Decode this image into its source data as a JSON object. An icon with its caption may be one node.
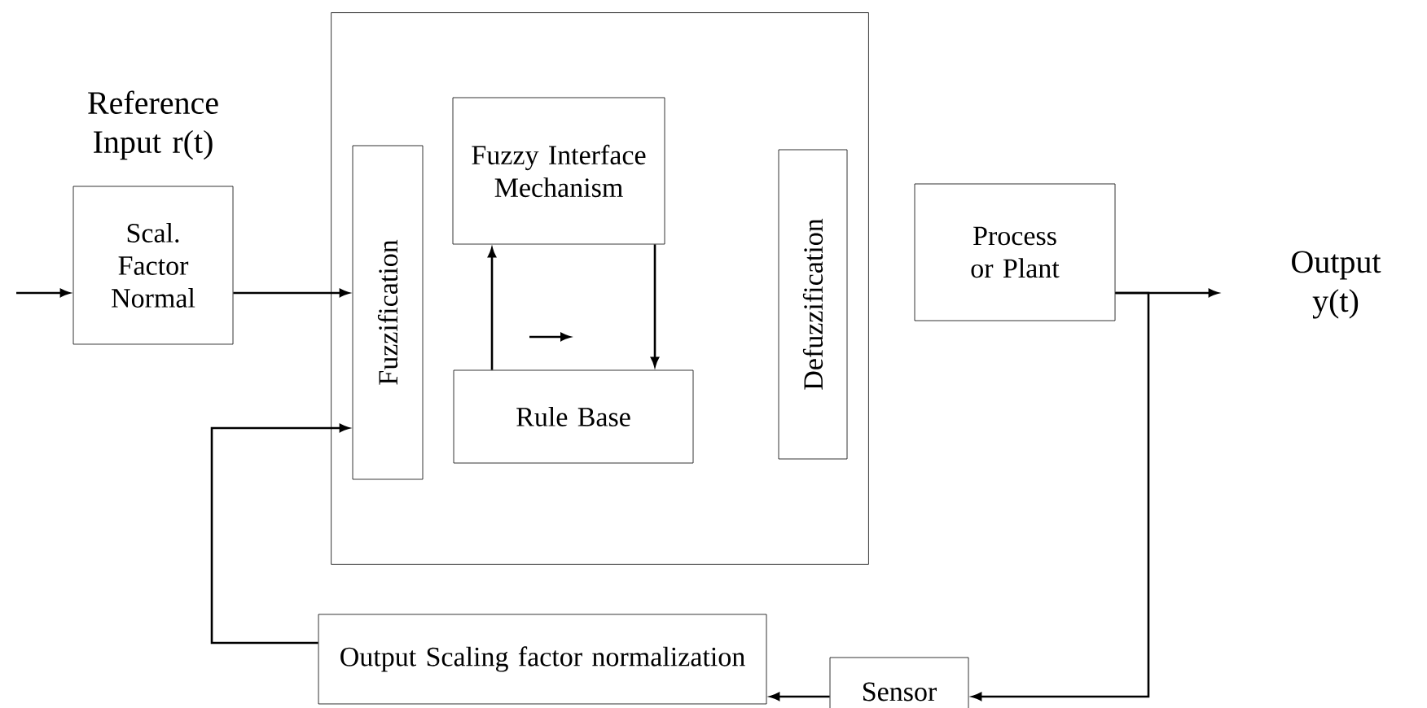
{
  "diagram": {
    "nodes": [
      {
        "text": [
          "Scal. Factor Normal"
        ],
        "beside": [
          "Reference Input r(t)"
        ]
      },
      {
        "text": [],
        "shape": "box"
      },
      {
        "text": [
          "Fuzzification"
        ],
        "in": 1
      },
      {
        "text": [
          "Fuzzy Interface Mechanism"
        ],
        "in": 1
      },
      {
        "text": [
          "Rule Base"
        ],
        "in": 1
      },
      {
        "text": [
          "Defuzzification"
        ],
        "in": 1
      },
      {
        "text": [
          "Process or Plant"
        ]
      },
      {
        "text": [
          "Output y(t)"
        ]
      },
      {
        "text": [
          "Sensor"
        ]
      },
      {
        "text": [
          "Output Scaling factor normalization"
        ]
      }
    ],
    "edges": [
      {
        "from": null,
        "to": 0,
        "arrow": "to"
      },
      {
        "from": 0,
        "to": 2,
        "arrow": "to"
      },
      {
        "from": 4,
        "to": 3,
        "arrow": "to"
      },
      {
        "from": 3,
        "to": 4,
        "arrow": "to"
      },
      {
        "from": 6,
        "to": 7,
        "arrow": "to"
      },
      {
        "from": 6,
        "to": 8,
        "arrow": "to"
      },
      {
        "from": 8,
        "to": 9,
        "arrow": "to"
      },
      {
        "from": 9,
        "to": 2,
        "arrow": "to"
      }
    ]
  }
}
